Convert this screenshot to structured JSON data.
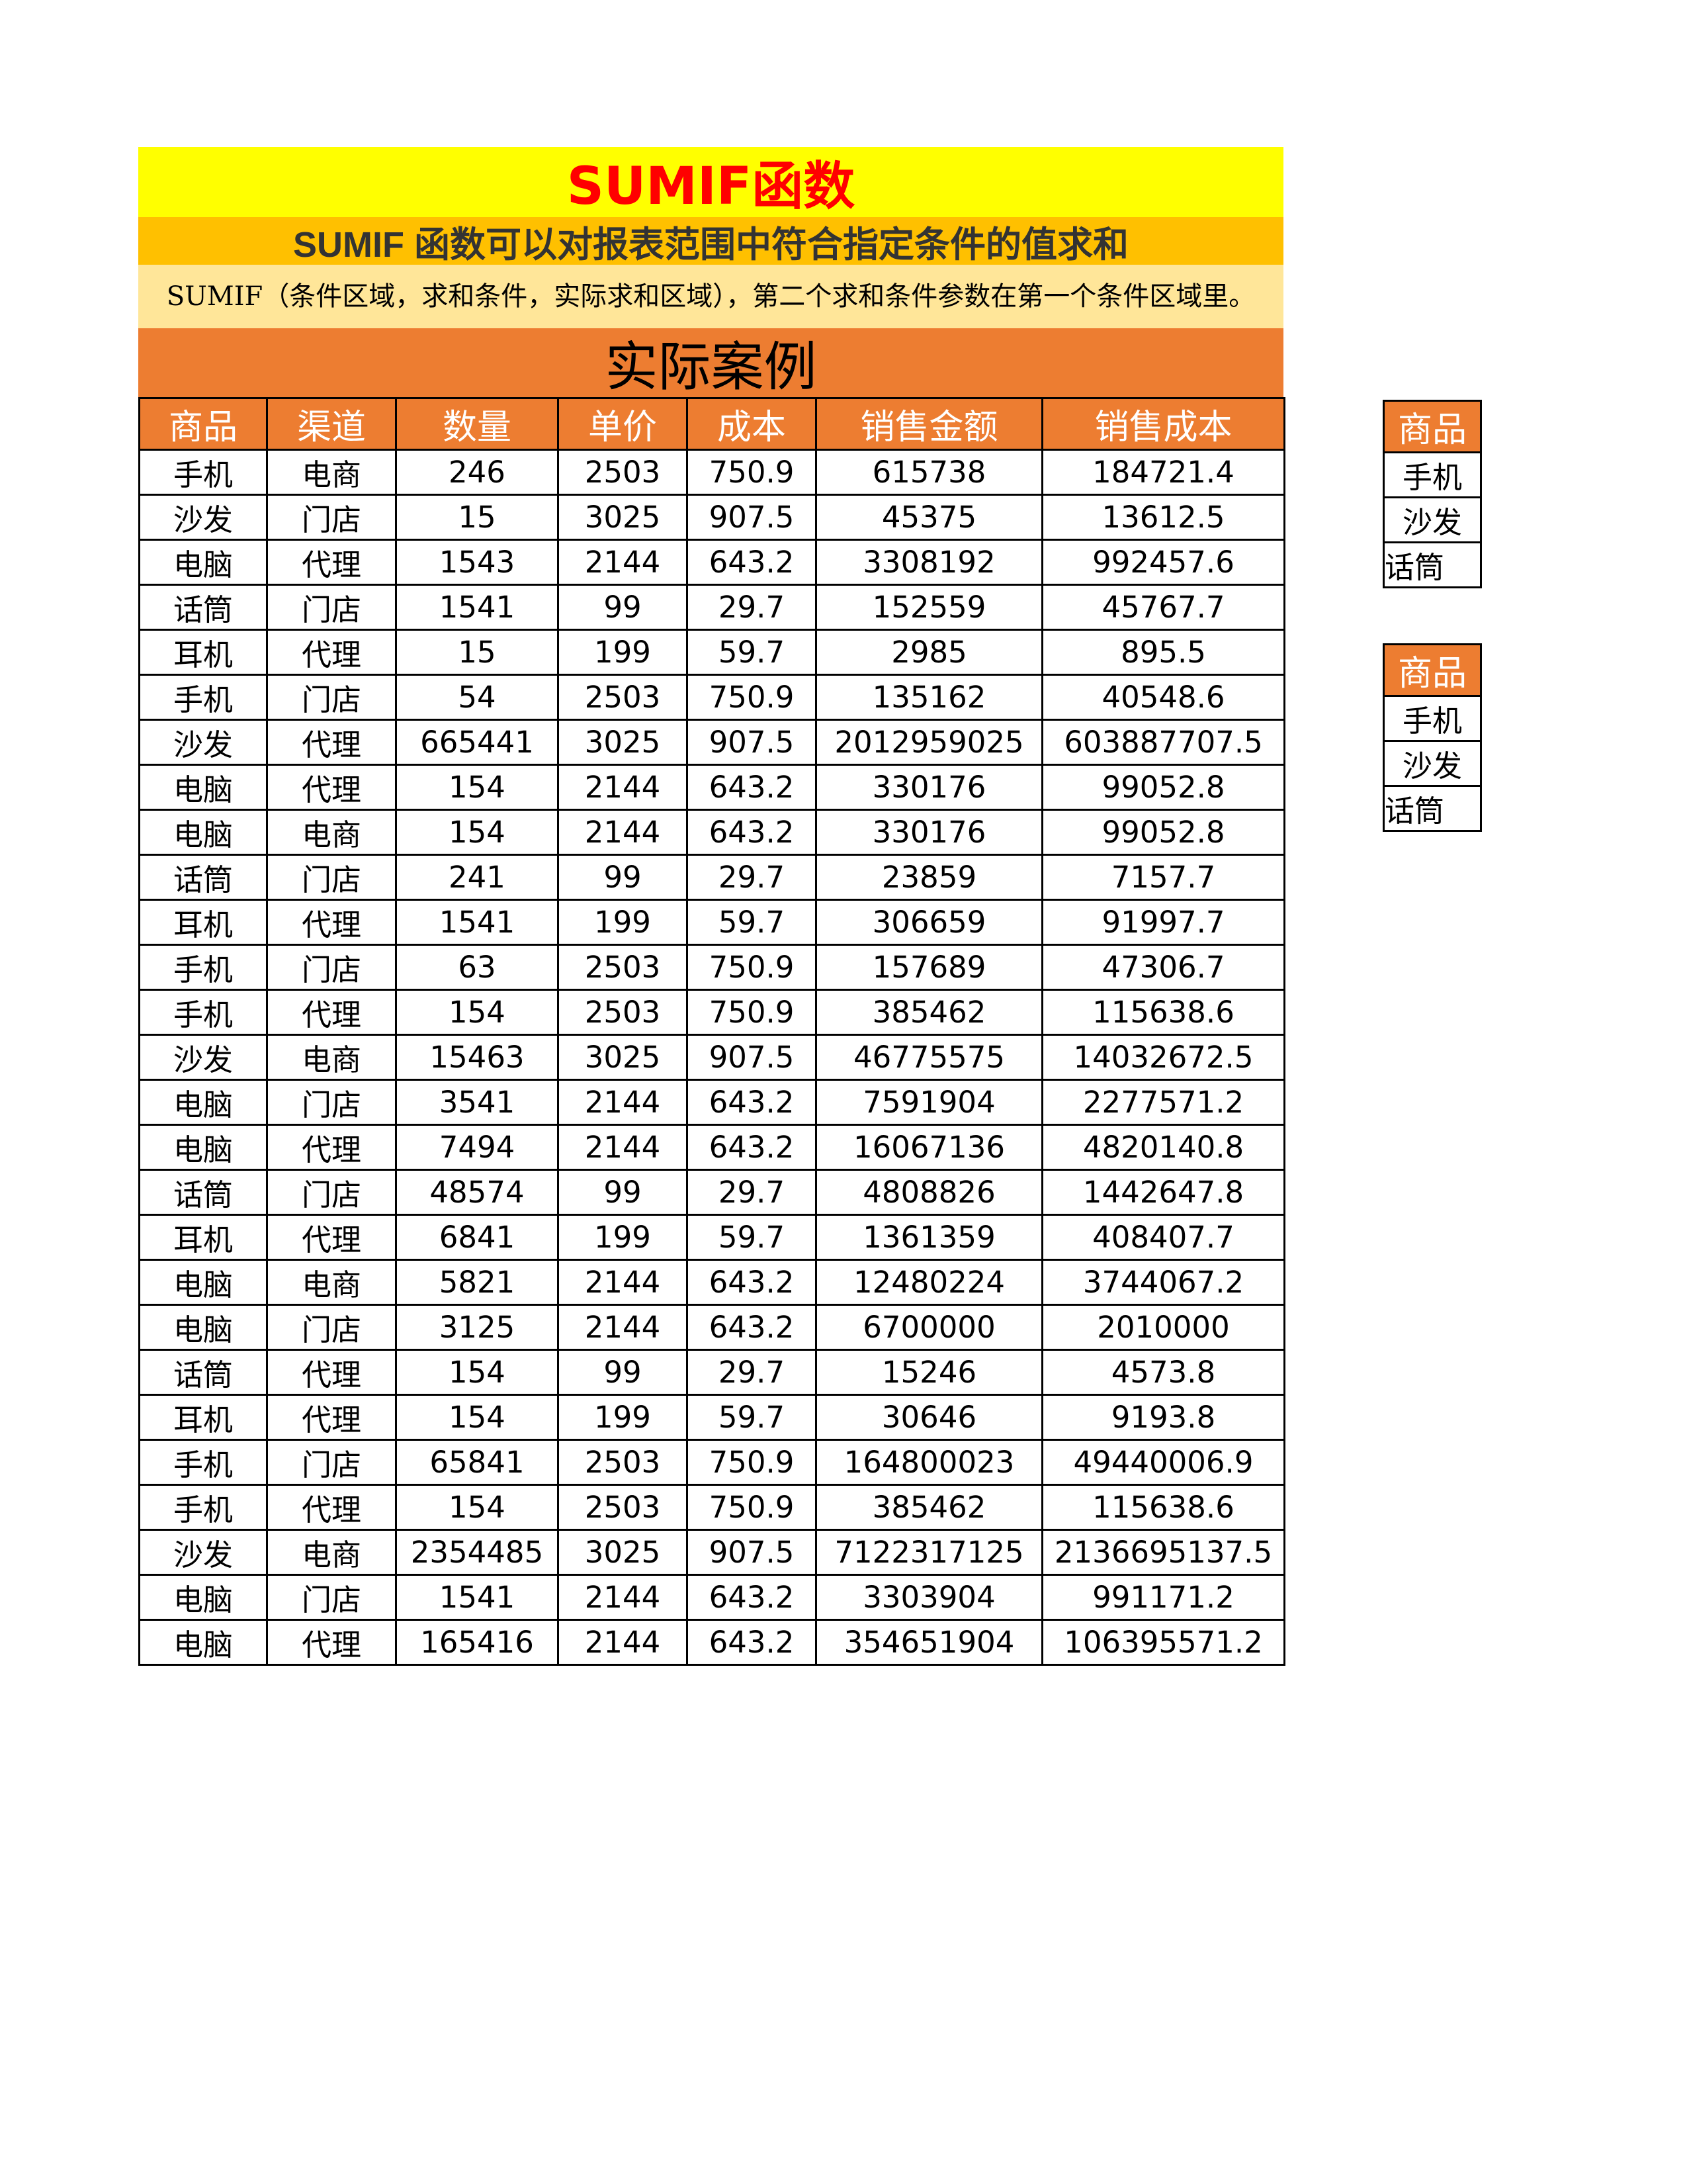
{
  "title": "SUMIF函数",
  "subtitle": "SUMIF 函数可以对报表范围中符合指定条件的值求和",
  "description": "SUMIF（条件区域，求和条件，实际求和区域），第二个求和条件参数在第一个条件区域里。",
  "case_title": "实际案例",
  "columns": [
    "商品",
    "渠道",
    "数量",
    "单价",
    "成本",
    "销售金额",
    "销售成本"
  ],
  "rows": [
    [
      "手机",
      "电商",
      "246",
      "2503",
      "750.9",
      "615738",
      "184721.4"
    ],
    [
      "沙发",
      "门店",
      "15",
      "3025",
      "907.5",
      "45375",
      "13612.5"
    ],
    [
      "电脑",
      "代理",
      "1543",
      "2144",
      "643.2",
      "3308192",
      "992457.6"
    ],
    [
      "话筒",
      "门店",
      "1541",
      "99",
      "29.7",
      "152559",
      "45767.7"
    ],
    [
      "耳机",
      "代理",
      "15",
      "199",
      "59.7",
      "2985",
      "895.5"
    ],
    [
      "手机",
      "门店",
      "54",
      "2503",
      "750.9",
      "135162",
      "40548.6"
    ],
    [
      "沙发",
      "代理",
      "665441",
      "3025",
      "907.5",
      "2012959025",
      "603887707.5"
    ],
    [
      "电脑",
      "代理",
      "154",
      "2144",
      "643.2",
      "330176",
      "99052.8"
    ],
    [
      "电脑",
      "电商",
      "154",
      "2144",
      "643.2",
      "330176",
      "99052.8"
    ],
    [
      "话筒",
      "门店",
      "241",
      "99",
      "29.7",
      "23859",
      "7157.7"
    ],
    [
      "耳机",
      "代理",
      "1541",
      "199",
      "59.7",
      "306659",
      "91997.7"
    ],
    [
      "手机",
      "门店",
      "63",
      "2503",
      "750.9",
      "157689",
      "47306.7"
    ],
    [
      "手机",
      "代理",
      "154",
      "2503",
      "750.9",
      "385462",
      "115638.6"
    ],
    [
      "沙发",
      "电商",
      "15463",
      "3025",
      "907.5",
      "46775575",
      "14032672.5"
    ],
    [
      "电脑",
      "门店",
      "3541",
      "2144",
      "643.2",
      "7591904",
      "2277571.2"
    ],
    [
      "电脑",
      "代理",
      "7494",
      "2144",
      "643.2",
      "16067136",
      "4820140.8"
    ],
    [
      "话筒",
      "门店",
      "48574",
      "99",
      "29.7",
      "4808826",
      "1442647.8"
    ],
    [
      "耳机",
      "代理",
      "6841",
      "199",
      "59.7",
      "1361359",
      "408407.7"
    ],
    [
      "电脑",
      "电商",
      "5821",
      "2144",
      "643.2",
      "12480224",
      "3744067.2"
    ],
    [
      "电脑",
      "门店",
      "3125",
      "2144",
      "643.2",
      "6700000",
      "2010000"
    ],
    [
      "话筒",
      "代理",
      "154",
      "99",
      "29.7",
      "15246",
      "4573.8"
    ],
    [
      "耳机",
      "代理",
      "154",
      "199",
      "59.7",
      "30646",
      "9193.8"
    ],
    [
      "手机",
      "门店",
      "65841",
      "2503",
      "750.9",
      "164800023",
      "49440006.9"
    ],
    [
      "手机",
      "代理",
      "154",
      "2503",
      "750.9",
      "385462",
      "115638.6"
    ],
    [
      "沙发",
      "电商",
      "2354485",
      "3025",
      "907.5",
      "7122317125",
      "2136695137.5"
    ],
    [
      "电脑",
      "门店",
      "1541",
      "2144",
      "643.2",
      "3303904",
      "991171.2"
    ],
    [
      "电脑",
      "代理",
      "165416",
      "2144",
      "643.2",
      "354651904",
      "106395571.2"
    ]
  ],
  "side_tables": [
    {
      "header": "商品",
      "items": [
        "手机",
        "沙发",
        "话筒"
      ]
    },
    {
      "header": "商品",
      "items": [
        "手机",
        "沙发",
        "话筒"
      ]
    }
  ],
  "colors": {
    "title_bg": "#ffff00",
    "title_text": "#ff0000",
    "subtitle_bg": "#ffc000",
    "desc_bg": "#ffe699",
    "header_bg": "#ed7d31"
  }
}
